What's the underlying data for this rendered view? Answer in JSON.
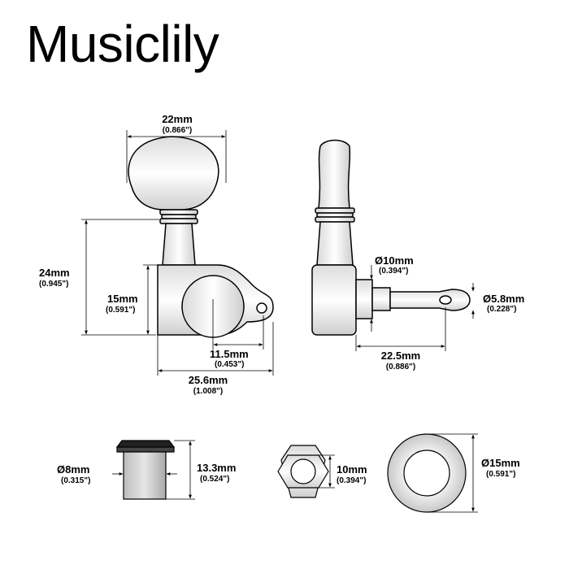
{
  "brand": {
    "name": "Musiclily"
  },
  "dimensions": {
    "button_width": {
      "mm": "22mm",
      "inch": "(0.866\")"
    },
    "total_height": {
      "mm": "24mm",
      "inch": "(0.945\")"
    },
    "housing_height": {
      "mm": "15mm",
      "inch": "(0.591\")"
    },
    "post_offset": {
      "mm": "11.5mm",
      "inch": "(0.453\")"
    },
    "housing_length": {
      "mm": "25.6mm",
      "inch": "(1.008\")"
    },
    "post_diameter": {
      "mm": "Ø10mm",
      "inch": "(0.394\")"
    },
    "post_tip_diameter": {
      "mm": "Ø5.8mm",
      "inch": "(0.228\")"
    },
    "post_length": {
      "mm": "22.5mm",
      "inch": "(0.886\")"
    },
    "bushing_diameter": {
      "mm": "Ø8mm",
      "inch": "(0.315\")"
    },
    "bushing_height": {
      "mm": "13.3mm",
      "inch": "(0.524\")"
    },
    "nut_size": {
      "mm": "10mm",
      "inch": "(0.394\")"
    },
    "washer_diameter": {
      "mm": "Ø15mm",
      "inch": "(0.591\")"
    }
  }
}
